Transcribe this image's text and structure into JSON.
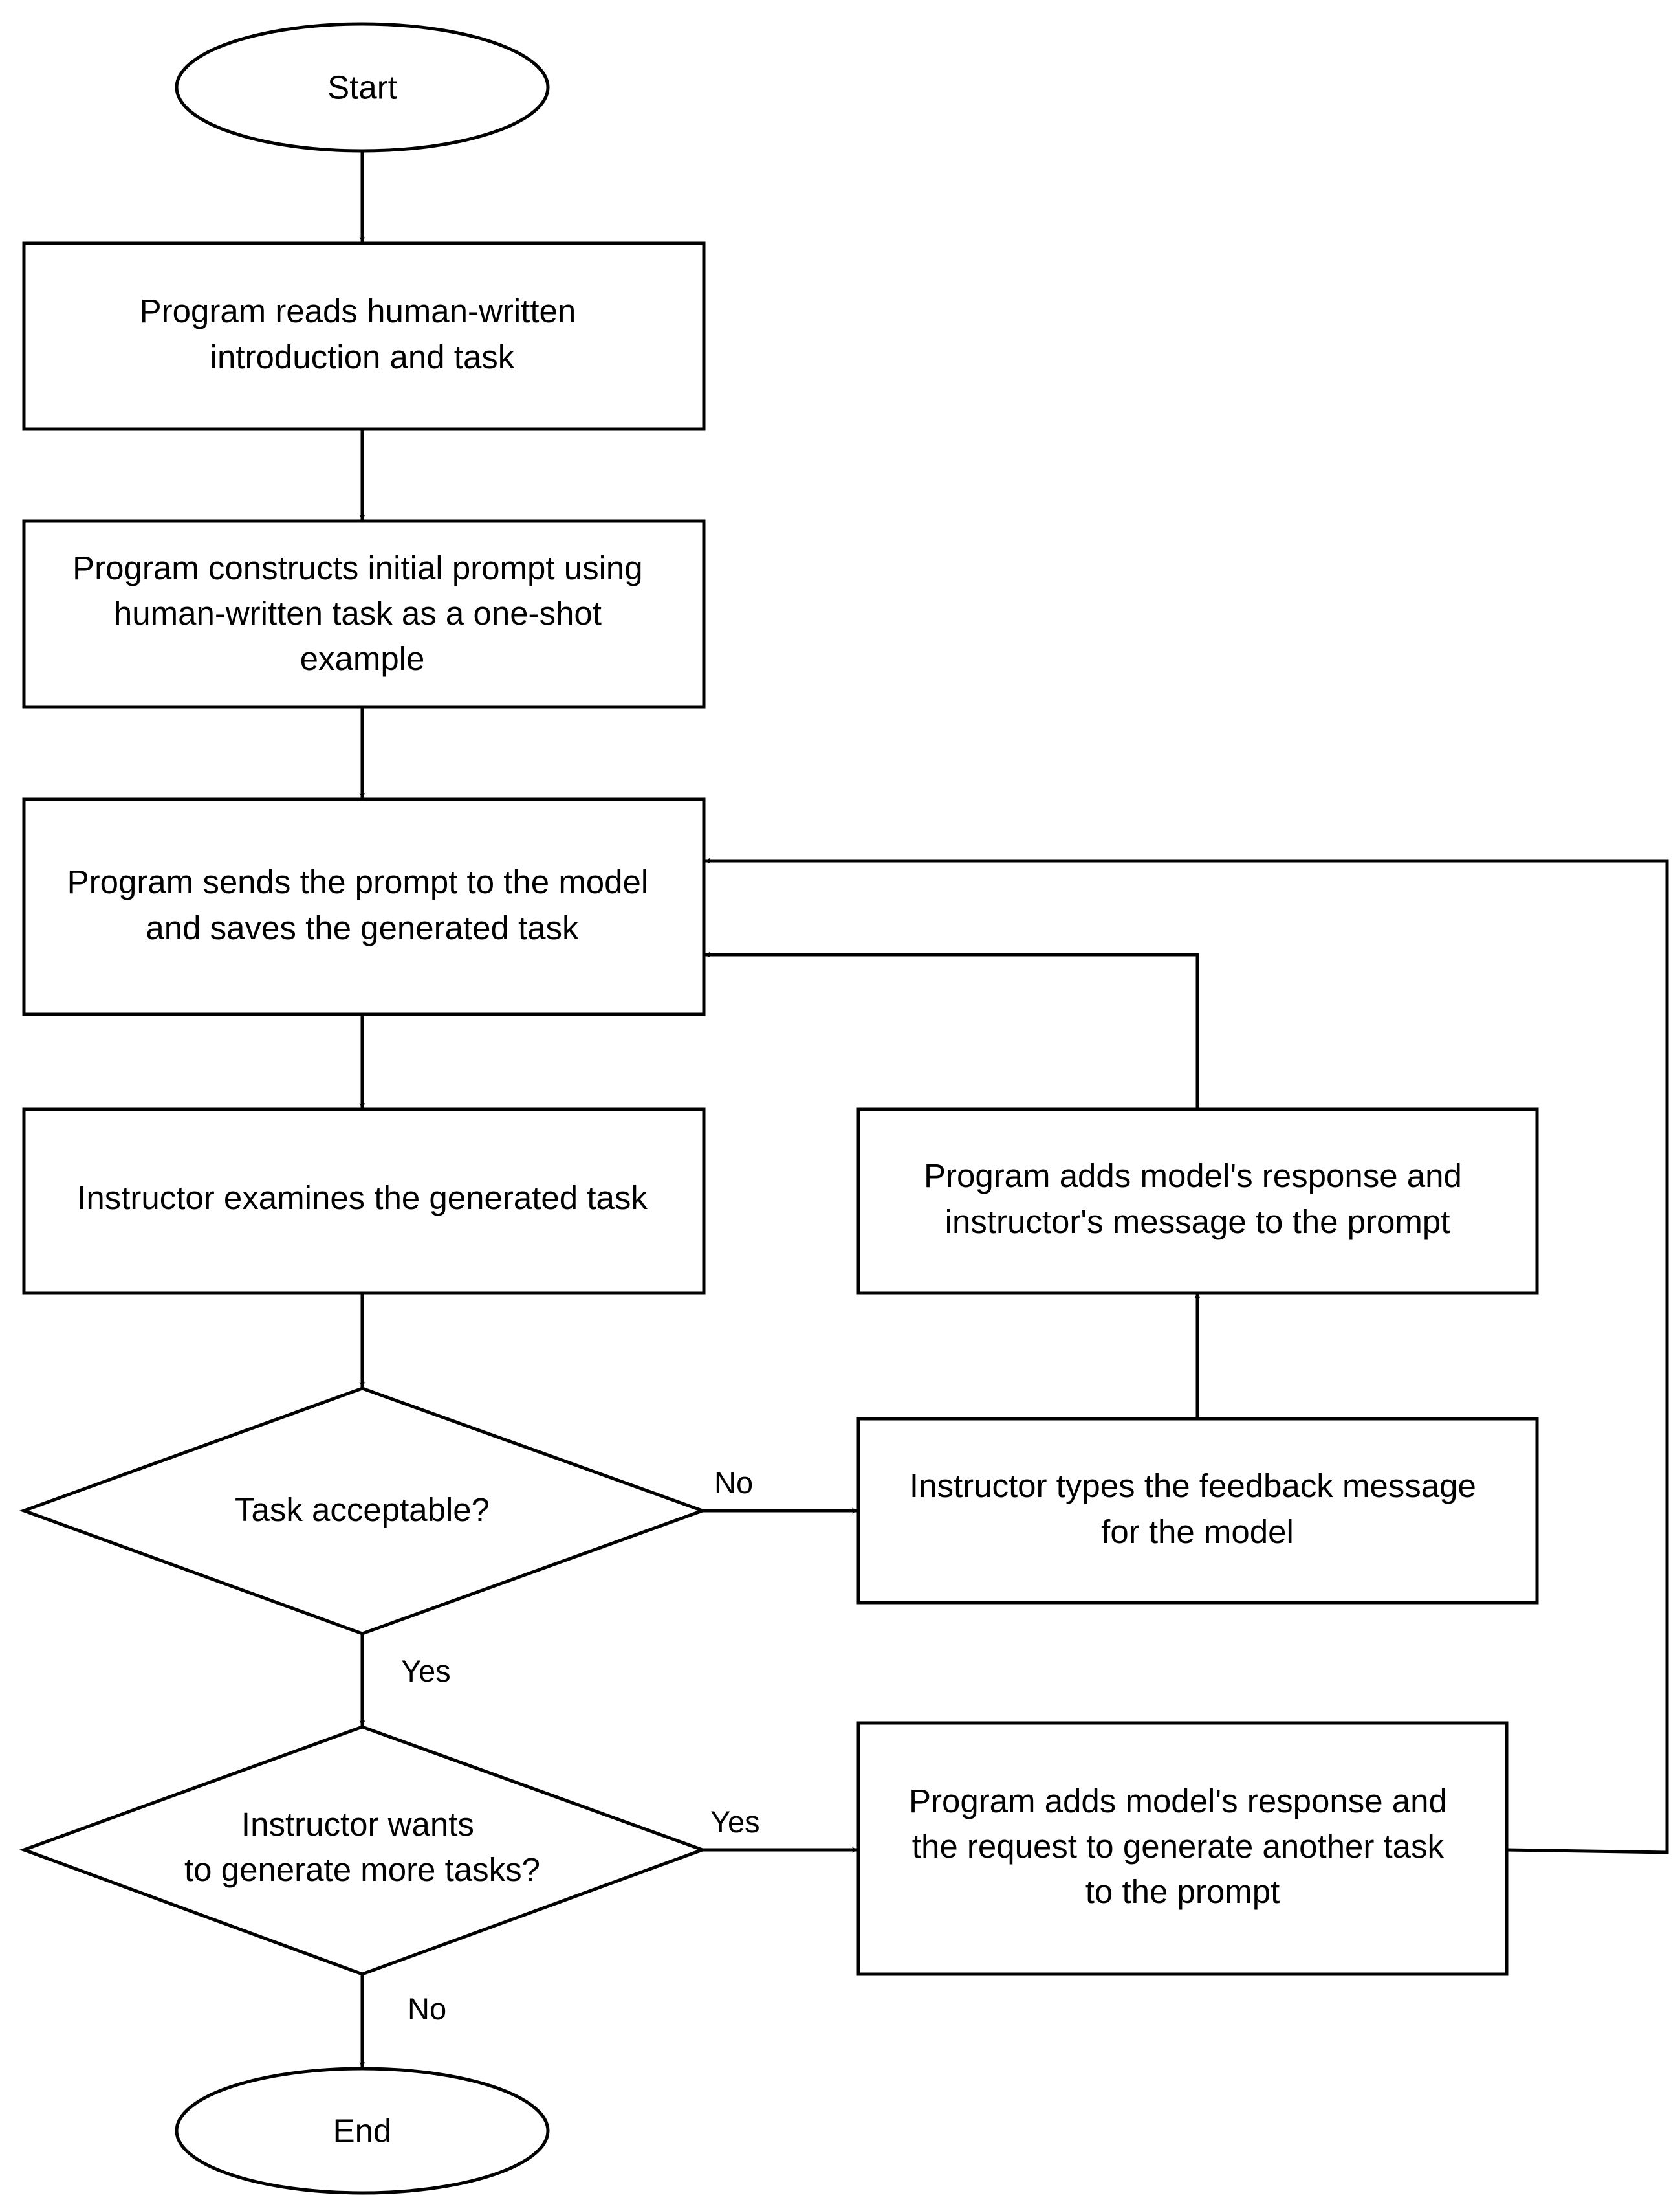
{
  "flowchart": {
    "nodes": {
      "start": {
        "label": "Start"
      },
      "read_intro": {
        "lines": [
          "Program reads human-written",
          "introduction and task"
        ]
      },
      "construct_prompt": {
        "lines": [
          "Program constructs initial prompt using",
          "human-written task as a one-shot",
          "example"
        ]
      },
      "send_prompt": {
        "lines": [
          "Program sends the prompt to the model",
          "and saves the generated task"
        ]
      },
      "examine_task": {
        "lines": [
          "Instructor examines the generated task"
        ]
      },
      "task_acceptable": {
        "lines": [
          "Task acceptable?"
        ]
      },
      "more_tasks": {
        "lines": [
          "Instructor wants",
          "to generate more tasks?"
        ]
      },
      "end": {
        "label": "End"
      },
      "add_feedback": {
        "lines": [
          "Program adds model's response and",
          "instructor's message to the prompt"
        ]
      },
      "type_feedback": {
        "lines": [
          "Instructor types the feedback message",
          "for the model"
        ]
      },
      "add_request": {
        "lines": [
          "Program adds model's response and",
          "the request to generate another task",
          "to the prompt"
        ]
      }
    },
    "edge_labels": {
      "acceptable_no": "No",
      "acceptable_yes": "Yes",
      "more_yes": "Yes",
      "more_no": "No"
    }
  }
}
